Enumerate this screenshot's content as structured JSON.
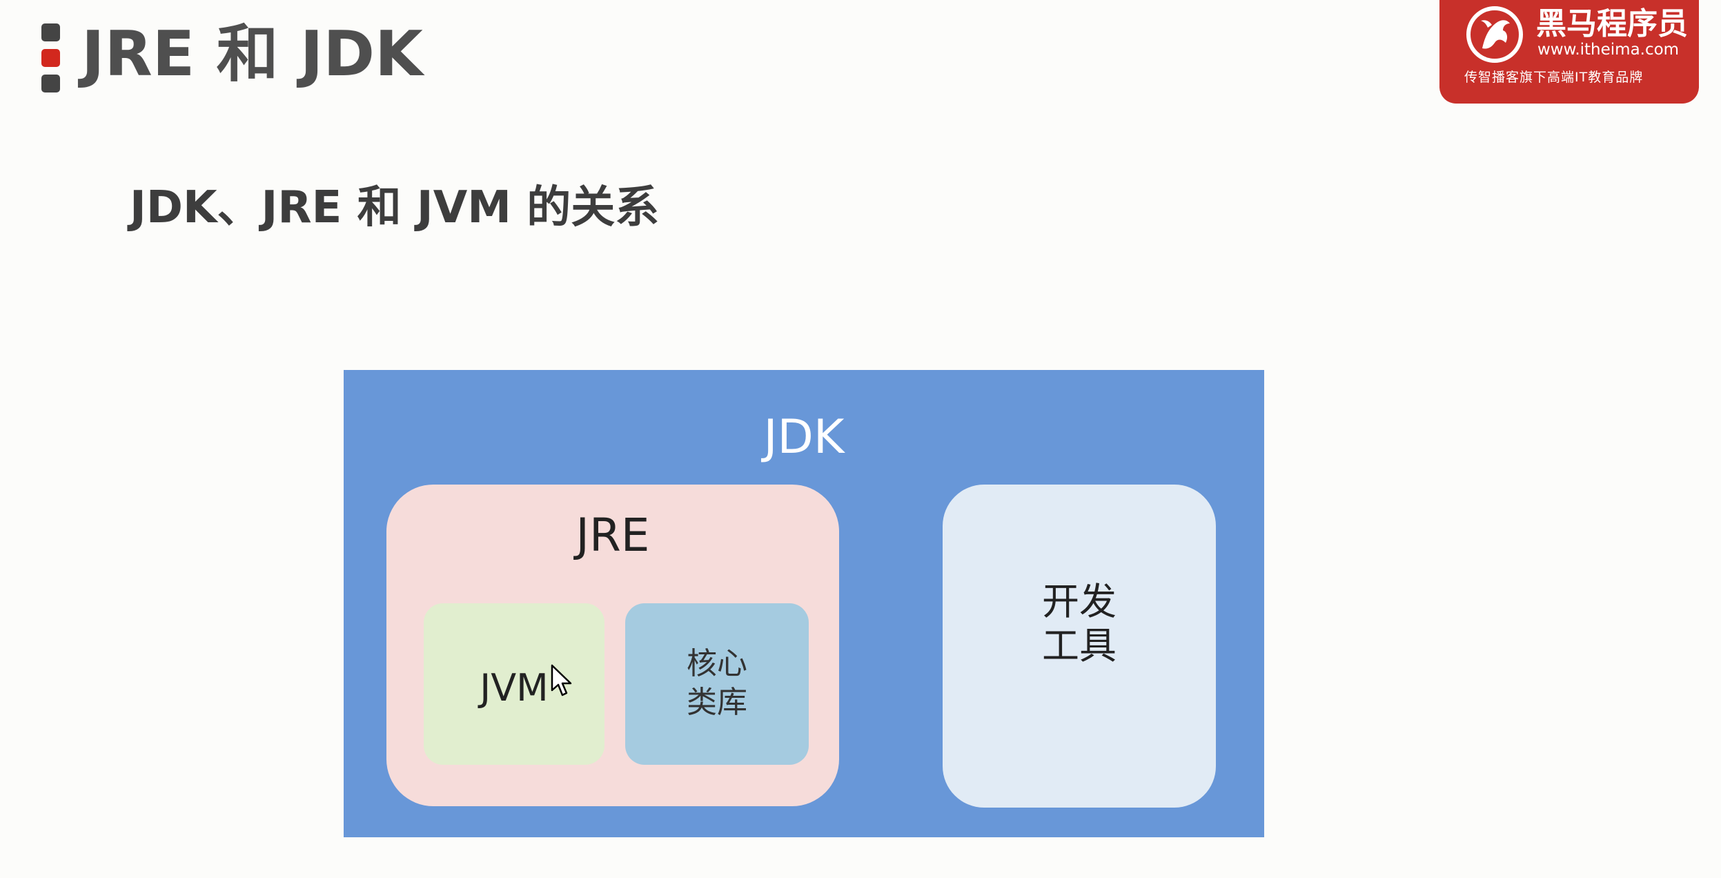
{
  "slide": {
    "title": "JRE 和 JDK",
    "subtitle": "JDK、JRE 和 JVM 的关系"
  },
  "brand": {
    "name": "黑马程序员",
    "url": "www.itheima.com",
    "tagline": "传智播客旗下高端IT教育品牌"
  },
  "diagram": {
    "jdk": "JDK",
    "jre": "JRE",
    "jvm": "JVM",
    "core_lib_line1": "核心",
    "core_lib_line2": "类库",
    "dev_tools_line1": "开发",
    "dev_tools_line2": "工具"
  },
  "colors": {
    "jdk": "#6897d8",
    "jre": "#f6dcda",
    "jvm": "#e1eecf",
    "core_lib": "#a5cbe0",
    "dev_tools": "#e1ebf5",
    "brand": "#c8302a"
  }
}
